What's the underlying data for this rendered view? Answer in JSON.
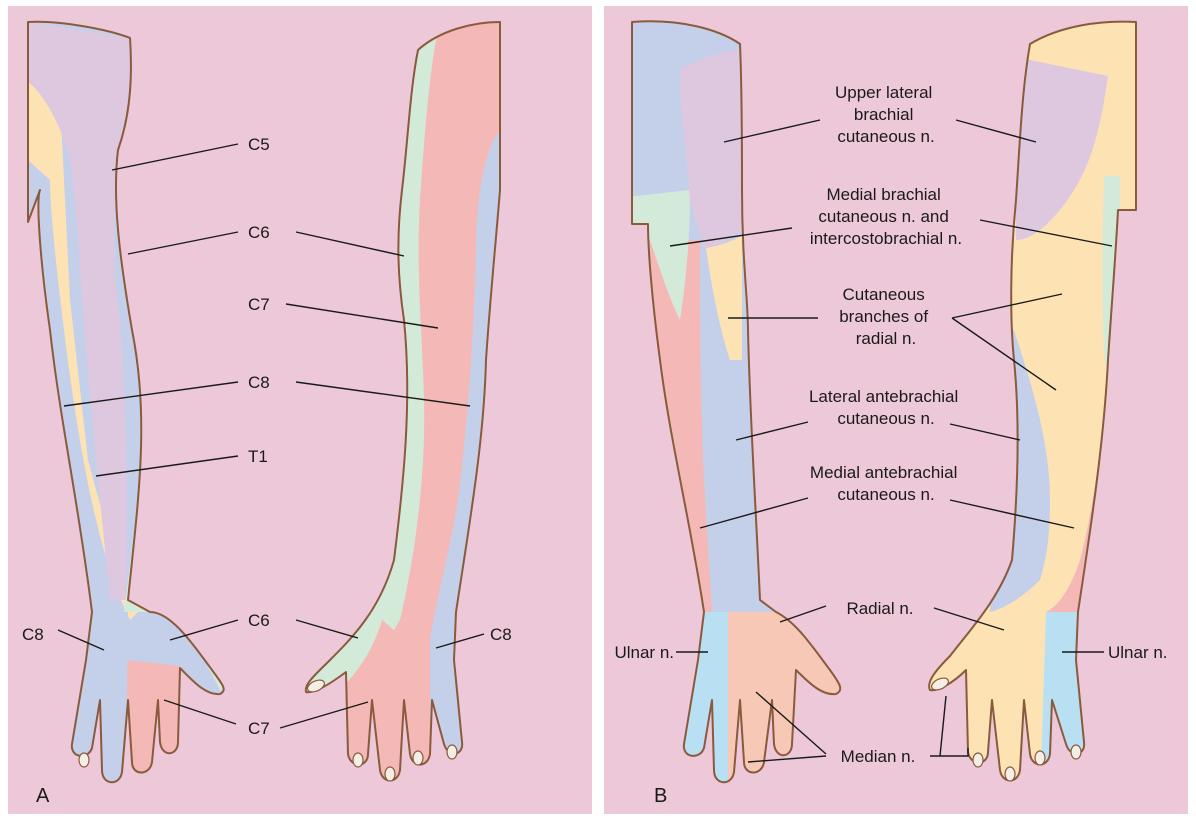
{
  "figure": {
    "panels": [
      "A",
      "B"
    ],
    "colors": {
      "background": "#ecc8d8",
      "c5": "#ddc8e0",
      "c6": "#d4ead8",
      "c7": "#f4b8b6",
      "c8": "#c4d0ea",
      "t1": "#fde3b4",
      "shoulder_skin": "#fbdcd6",
      "ulnar": "#b8e0f2",
      "median": "#f8c8b6"
    }
  },
  "panelA": {
    "labels": [
      "C5",
      "C6",
      "C7",
      "C8",
      "T1",
      "C8",
      "C6",
      "C7",
      "C8"
    ]
  },
  "panelB": {
    "labels": [
      [
        "Upper lateral",
        "brachial",
        "cutaneous n."
      ],
      [
        "Medial brachial",
        "cutaneous n. and",
        "intercostobrachial n."
      ],
      [
        "Cutaneous",
        "branches of",
        "radial n."
      ],
      [
        "Lateral antebrachial",
        "cutaneous n."
      ],
      [
        "Medial antebrachial",
        "cutaneous n."
      ],
      [
        "Radial n."
      ],
      [
        "Ulnar n."
      ],
      [
        "Ulnar n."
      ],
      [
        "Median n."
      ]
    ]
  }
}
